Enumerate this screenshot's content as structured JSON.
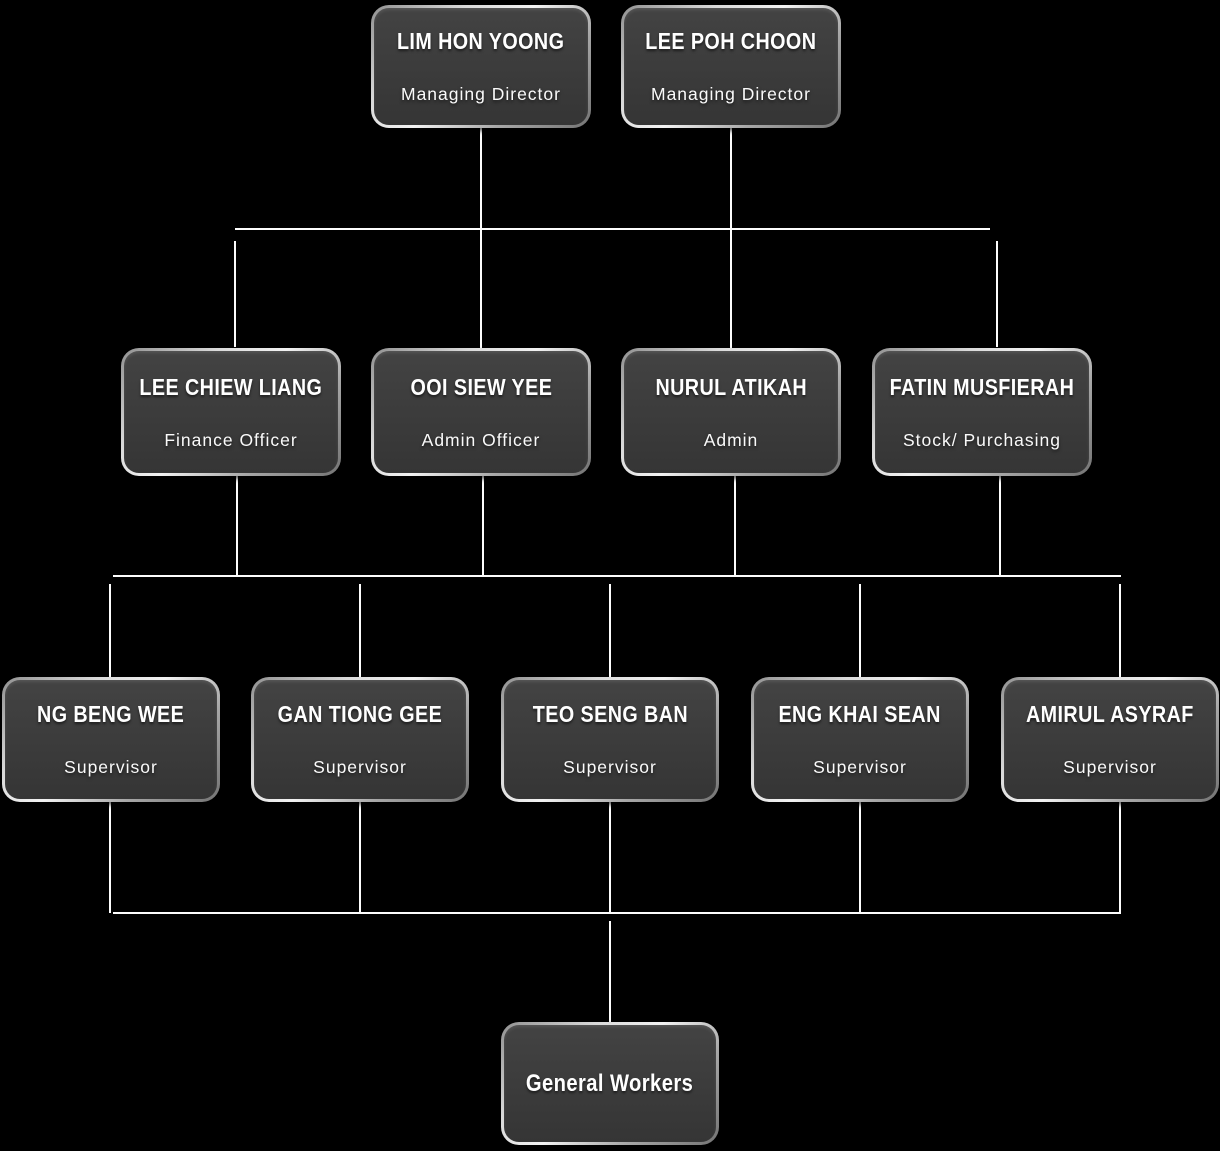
{
  "diagram": {
    "type": "org-chart",
    "colors": {
      "background": "#000000",
      "box_fill": "#3a3a3a",
      "box_border_light": "#f2f2f2",
      "box_border_dark": "#737373",
      "connector_line": "#fdfdfd",
      "text": "#ffffff"
    },
    "nodes": {
      "md1": {
        "name": "LIM HON YOONG",
        "title": "Managing Director"
      },
      "md2": {
        "name": "LEE POH CHOON",
        "title": "Managing Director"
      },
      "finance": {
        "name": "LEE CHIEW LIANG",
        "title": "Finance Officer"
      },
      "admin_officer": {
        "name": "OOI SIEW YEE",
        "title": "Admin Officer"
      },
      "admin": {
        "name": "NURUL ATIKAH",
        "title": "Admin"
      },
      "stock": {
        "name": "FATIN MUSFIERAH",
        "title": "Stock/ Purchasing"
      },
      "sup1": {
        "name": "NG BENG WEE",
        "title": "Supervisor"
      },
      "sup2": {
        "name": "GAN TIONG GEE",
        "title": "Supervisor"
      },
      "sup3": {
        "name": "TEO SENG BAN",
        "title": "Supervisor"
      },
      "sup4": {
        "name": "ENG KHAI SEAN",
        "title": "Supervisor"
      },
      "sup5": {
        "name": "AMIRUL ASYRAF",
        "title": "Supervisor"
      },
      "general_workers": {
        "name": "General Workers",
        "title": ""
      }
    },
    "hierarchy": [
      {
        "level": 1,
        "members": [
          "md1",
          "md2"
        ]
      },
      {
        "level": 2,
        "members": [
          "finance",
          "admin_officer",
          "admin",
          "stock"
        ]
      },
      {
        "level": 3,
        "members": [
          "sup1",
          "sup2",
          "sup3",
          "sup4",
          "sup5"
        ]
      },
      {
        "level": 4,
        "members": [
          "general_workers"
        ]
      }
    ]
  }
}
